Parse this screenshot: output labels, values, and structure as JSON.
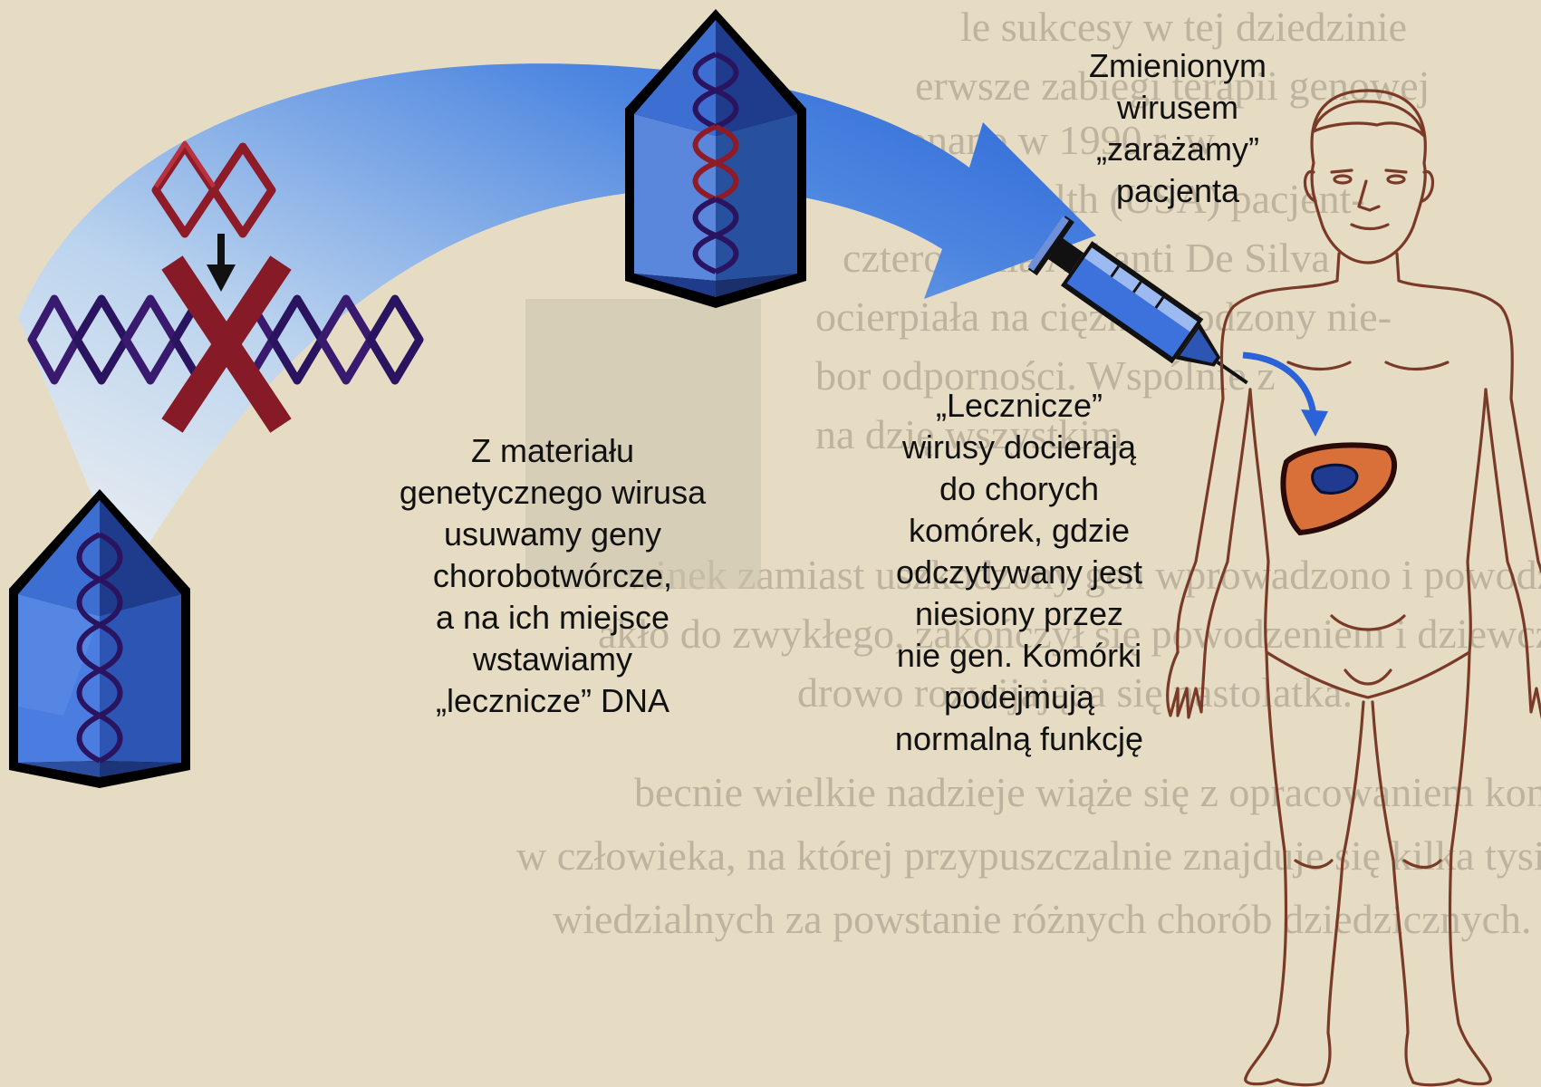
{
  "captions": {
    "top_right": "Zmienionym\nwirusem\n„zarażamy”\npacjenta",
    "left": "Z materiału\ngenetycznego wirusa\nusuwamy geny\nchorobotwórcze,\na na ich miejsce\nwstawiamy\n„lecznicze” DNA",
    "middle": "„Lecznicze”\nwirusy docierają\ndo chorych\nkomórek, gdzie\nodczytywany jest\nniesiony przez\nnie gen. Komórki\npodejmują\nnormalną funkcję"
  },
  "background_text_lines": [
    "le sukcesy w tej dziedzinie",
    "erwsze zabiegi terapii genowej",
    "onano w 1990 r. w",
    "tute of Health (USA) pacjent-",
    "czteroletnia Ashanti De Silva",
    "ocierpiała na ciężki wrodzony nie-",
    "bor odporności. Wspólnie z",
    "na dzię wszystkim",
    "winek zamiast uszkodzony gen wprowadzono i powodzenie",
    "akło do zwykłego, zakończył się powodzeniem i dziewczynka",
    "drowo rozwijająca się nastolatka.",
    "becnie wielkie nadzieje wiąże się z opracowaniem kompletnej mapy",
    "w człowieka, na której przypuszczalnie znajduje się kilka tysięcy genów",
    "wiedzialnych za powstanie różnych chorób dziedzicznych. Dziś wiemy"
  ],
  "colors": {
    "background": "#e6dcc4",
    "arrow_blue": "#2f6fdc",
    "arrow_light": "#cfe0f4",
    "virus_blue": "#3a66c6",
    "dna_purple": "#3a1a6e",
    "dna_red": "#8e1c28",
    "cross_red": "#861a26",
    "body_outline": "#7a3a28",
    "liver_orange": "#d9703a",
    "liver_core": "#1f3a8e"
  }
}
